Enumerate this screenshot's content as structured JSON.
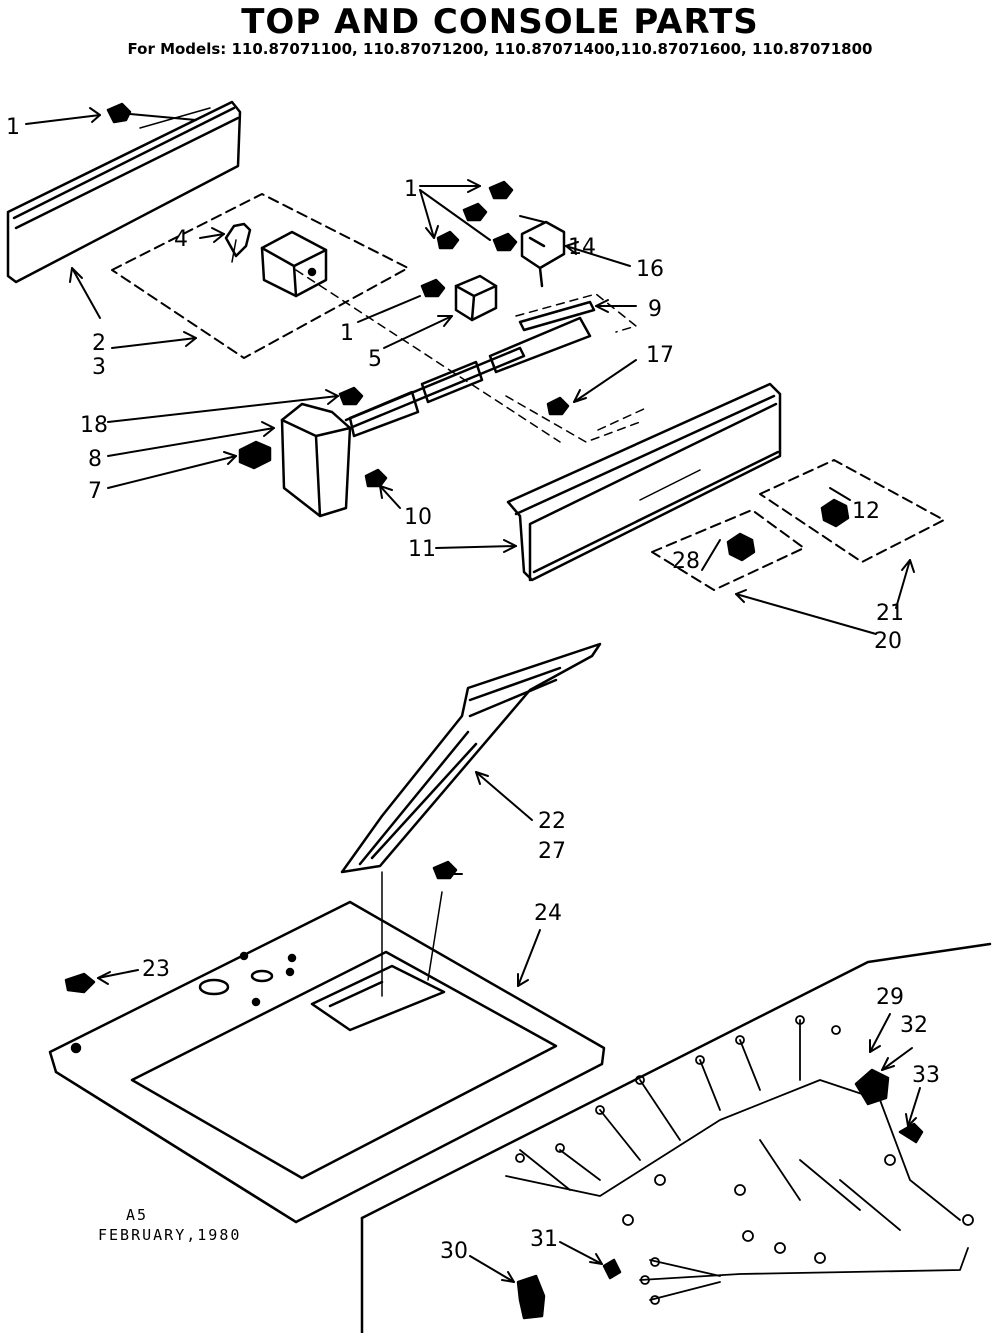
{
  "title": "TOP AND CONSOLE PARTS",
  "subtitle": "For Models: 110.87071100, 110.87071200, 110.87071400,110.87071600, 110.87071800",
  "footer": {
    "code": "A5",
    "date": "FEBRUARY,1980"
  },
  "callouts": {
    "c1a": "1",
    "c2": "2",
    "c3": "3",
    "c4": "4",
    "c1b": "1",
    "c14": "14",
    "c16": "16",
    "c1c": "1",
    "c5": "5",
    "c9": "9",
    "c17": "17",
    "c18": "18",
    "c8": "8",
    "c7": "7",
    "c10": "10",
    "c11": "11",
    "c12": "12",
    "c28": "28",
    "c21": "21",
    "c20": "20",
    "c22": "22",
    "c27": "27",
    "c24": "24",
    "c23": "23",
    "c29": "29",
    "c32": "32",
    "c33": "33",
    "c30": "30",
    "c31": "31"
  }
}
